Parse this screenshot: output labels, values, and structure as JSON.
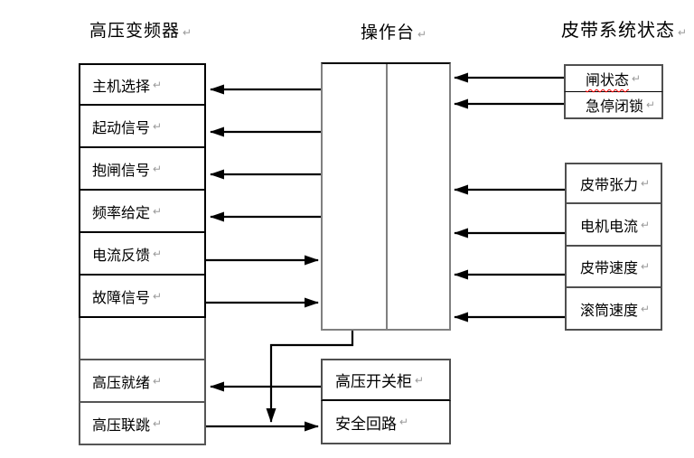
{
  "titles": {
    "left": "高压变频器",
    "center": "操作台",
    "right": "皮带系统状态"
  },
  "marks": {
    "return_mark": "↵"
  },
  "left_panel": {
    "rows": [
      "主机选择",
      "起动信号",
      "抱闸信号",
      "频率给定",
      "电流反馈",
      "故障信号",
      "",
      "高压就绪",
      "高压联跳"
    ]
  },
  "right_top_panel": {
    "rows": [
      "闸状态",
      "急停闭锁"
    ]
  },
  "right_bottom_panel": {
    "rows": [
      "皮带张力",
      "电机电流",
      "皮带速度",
      "滚筒速度"
    ]
  },
  "bottom_panel": {
    "rows": [
      "高压开关柜",
      "安全回路"
    ]
  },
  "connections": [
    {
      "from": "操作台",
      "to": "主机选择"
    },
    {
      "from": "操作台",
      "to": "起动信号"
    },
    {
      "from": "操作台",
      "to": "抱闸信号"
    },
    {
      "from": "操作台",
      "to": "频率给定"
    },
    {
      "from": "电流反馈",
      "to": "操作台"
    },
    {
      "from": "故障信号",
      "to": "操作台"
    },
    {
      "from": "高压开关柜",
      "to": "高压就绪"
    },
    {
      "from": "高压联跳",
      "to": "安全回路"
    },
    {
      "from": "操作台",
      "to": "安全回路"
    },
    {
      "from": "闸状态",
      "to": "操作台"
    },
    {
      "from": "急停闭锁",
      "to": "操作台"
    },
    {
      "from": "皮带张力",
      "to": "操作台"
    },
    {
      "from": "电机电流",
      "to": "操作台"
    },
    {
      "from": "皮带速度",
      "to": "操作台"
    },
    {
      "from": "滚筒速度",
      "to": "操作台"
    }
  ],
  "colors": {
    "background": "#ffffff",
    "line": "#000000",
    "border_black": "#000000",
    "border_gray": "#808080",
    "border_dark_gray": "#4f4f4f",
    "spellcheck_underline": "#ff0000",
    "return_mark": "#9b9b9b"
  }
}
